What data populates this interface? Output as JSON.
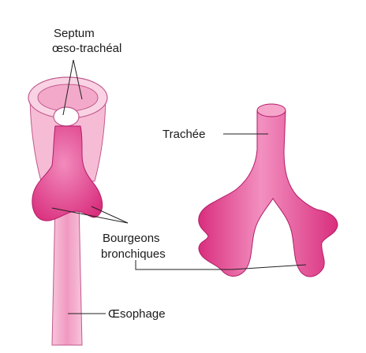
{
  "labels": {
    "septum_line1": "Septum",
    "septum_line2": "œso-trachéal",
    "trachee": "Trachée",
    "bourgeons_line1": "Bourgeons",
    "bourgeons_line2": "bronchiques",
    "oesophage": "Œsophage"
  },
  "colors": {
    "magenta": "#e23f8a",
    "magenta_light": "#f07bb3",
    "pink_pale": "#f6bcd6",
    "pink_tube": "#f3a9c9",
    "outline": "#7a1f4a"
  }
}
